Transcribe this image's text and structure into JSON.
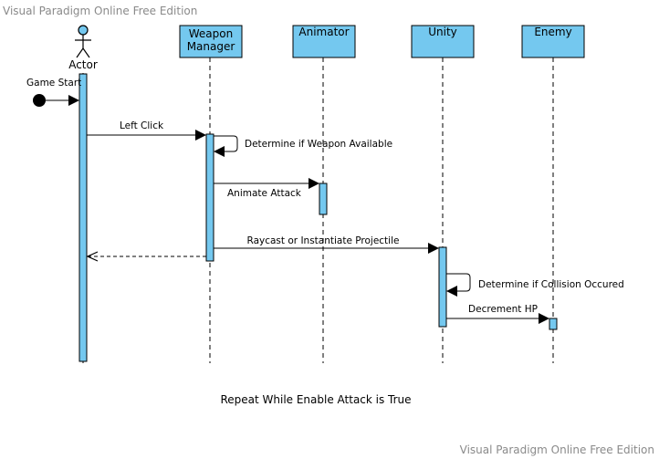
{
  "watermark_top": "Visual Paradigm Online Free Edition",
  "watermark_bottom": "Visual Paradigm Online Free Edition",
  "colors": {
    "box_fill": "#74c8ef",
    "activation_fill": "#74c8ef",
    "line": "#000000"
  },
  "actor": {
    "name": "Actor",
    "icon": "stick-figure-icon"
  },
  "lifelines": [
    {
      "line1": "Weapon",
      "line2": "Manager"
    },
    {
      "line1": "Animator",
      "line2": ""
    },
    {
      "line1": "Unity",
      "line2": ""
    },
    {
      "line1": "Enemy",
      "line2": ""
    }
  ],
  "initial_node": {
    "label": "Game Start"
  },
  "messages": [
    {
      "label": "Left Click"
    },
    {
      "label": "Determine if Weapon Available"
    },
    {
      "label": "Animate Attack"
    },
    {
      "label": "Raycast or Instantiate Projectile"
    },
    {
      "label": ""
    },
    {
      "label": "Determine if Collision Occured"
    },
    {
      "label": "Decrement HP"
    }
  ],
  "note": "Repeat While Enable Attack is True"
}
